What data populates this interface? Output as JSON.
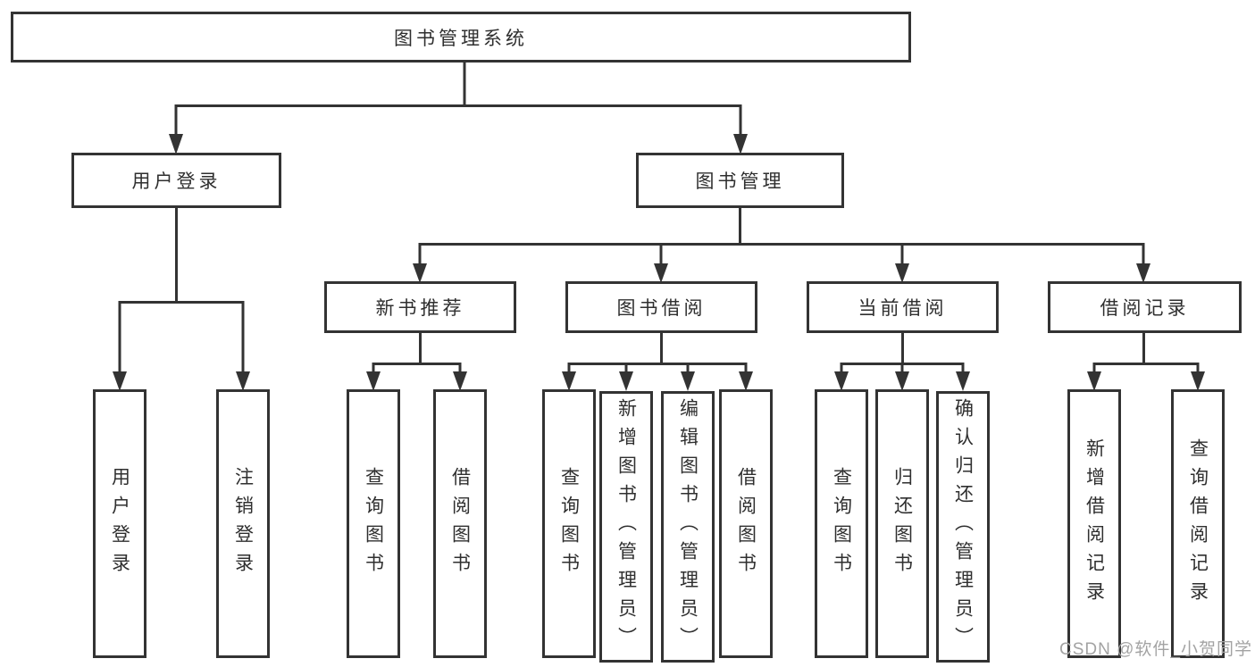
{
  "diagram": {
    "root": {
      "label": "图书管理系统"
    },
    "branches": [
      {
        "label": "用户登录",
        "children": [
          {
            "label": "用户登录"
          },
          {
            "label": "注销登录"
          }
        ]
      },
      {
        "label": "图书管理",
        "sections": [
          {
            "label": "新书推荐",
            "children": [
              {
                "label": "查询图书"
              },
              {
                "label": "借阅图书"
              }
            ]
          },
          {
            "label": "图书借阅",
            "children": [
              {
                "label": "查询图书"
              },
              {
                "label": "新增图书（管理员）"
              },
              {
                "label": "编辑图书（管理员）"
              },
              {
                "label": "借阅图书"
              }
            ]
          },
          {
            "label": "当前借阅",
            "children": [
              {
                "label": "查询图书"
              },
              {
                "label": "归还图书"
              },
              {
                "label": "确认归还（管理员）"
              }
            ]
          },
          {
            "label": "借阅记录",
            "children": [
              {
                "label": "新增借阅记录"
              },
              {
                "label": "查询借阅记录"
              }
            ]
          }
        ]
      }
    ]
  },
  "watermark": {
    "text": "CSDN @软件_小贺同学"
  },
  "colors": {
    "line": "#333333",
    "box_border": "#333333",
    "text": "#2f2f2f",
    "watermark": "#a3a3a3",
    "background": "#ffffff"
  }
}
